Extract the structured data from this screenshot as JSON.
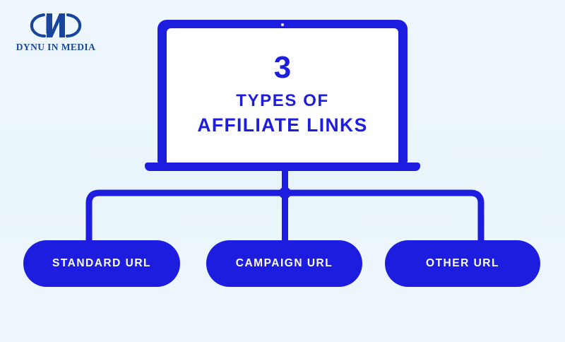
{
  "background": {
    "color": "#eef7fc",
    "accent_blue": "#1d1de0",
    "logo_blue": "#19469c"
  },
  "brand": {
    "name": "DYNU IN MEDIA",
    "mark_icon": "dynu-monogram-icon"
  },
  "laptop": {
    "device_icon": "laptop-icon",
    "camera_icon": "webcam-dot-icon",
    "screen": {
      "number": "3",
      "line1": "TYPES OF",
      "line2": "AFFILIATE LINKS"
    }
  },
  "diagram": {
    "connector_icon": "tree-connector-icon",
    "junction_icon": "junction-node-icon",
    "nodes": [
      {
        "id": "standard-url",
        "label": "STANDARD URL"
      },
      {
        "id": "campaign-url",
        "label": "CAMPAIGN URL"
      },
      {
        "id": "other-url",
        "label": "OTHER URL"
      }
    ]
  }
}
